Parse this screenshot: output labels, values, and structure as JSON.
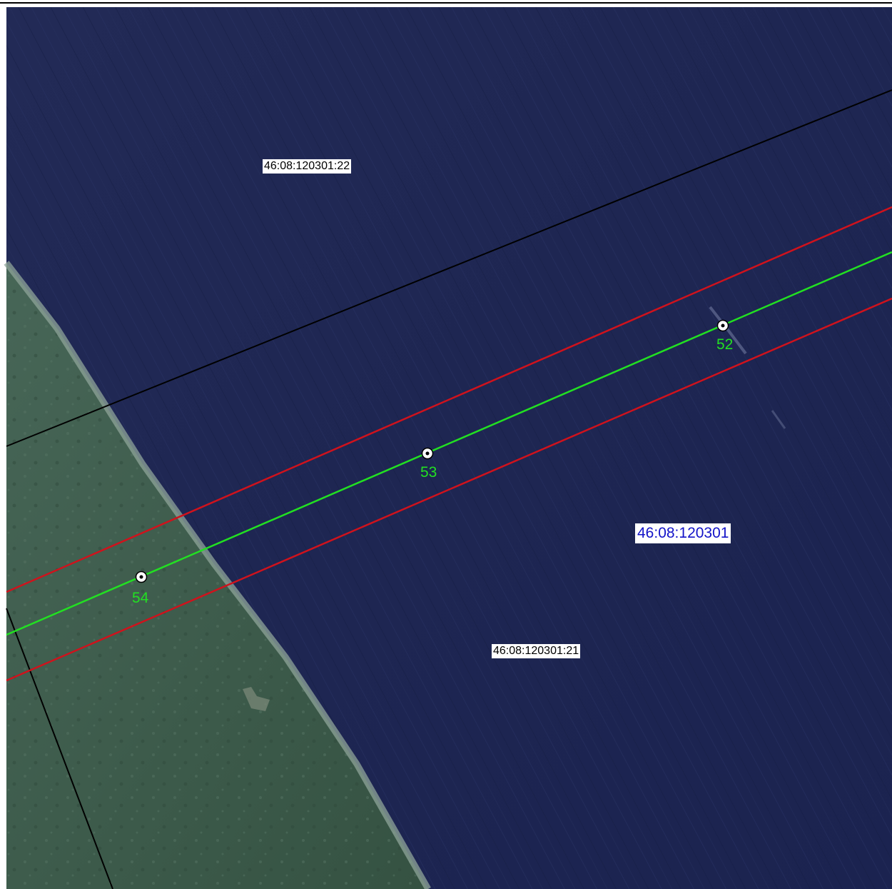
{
  "colors": {
    "water": "#1c2452",
    "land": "#3d5a4c",
    "shore": "#8fa49a",
    "parcel_boundary": "#000000",
    "buffer_line": "#d0121c",
    "axis_line": "#22e022",
    "point_label": "#22e022",
    "quarter_label": "#1414c8",
    "marker_fill": "#ffffff",
    "marker_dot": "#000000"
  },
  "labels": {
    "parcel_north": "46:08:120301:22",
    "parcel_south": "46:08:120301:21",
    "cadastral_quarter": "46:08:120301"
  },
  "points": [
    {
      "id": "52"
    },
    {
      "id": "53"
    },
    {
      "id": "54"
    }
  ]
}
